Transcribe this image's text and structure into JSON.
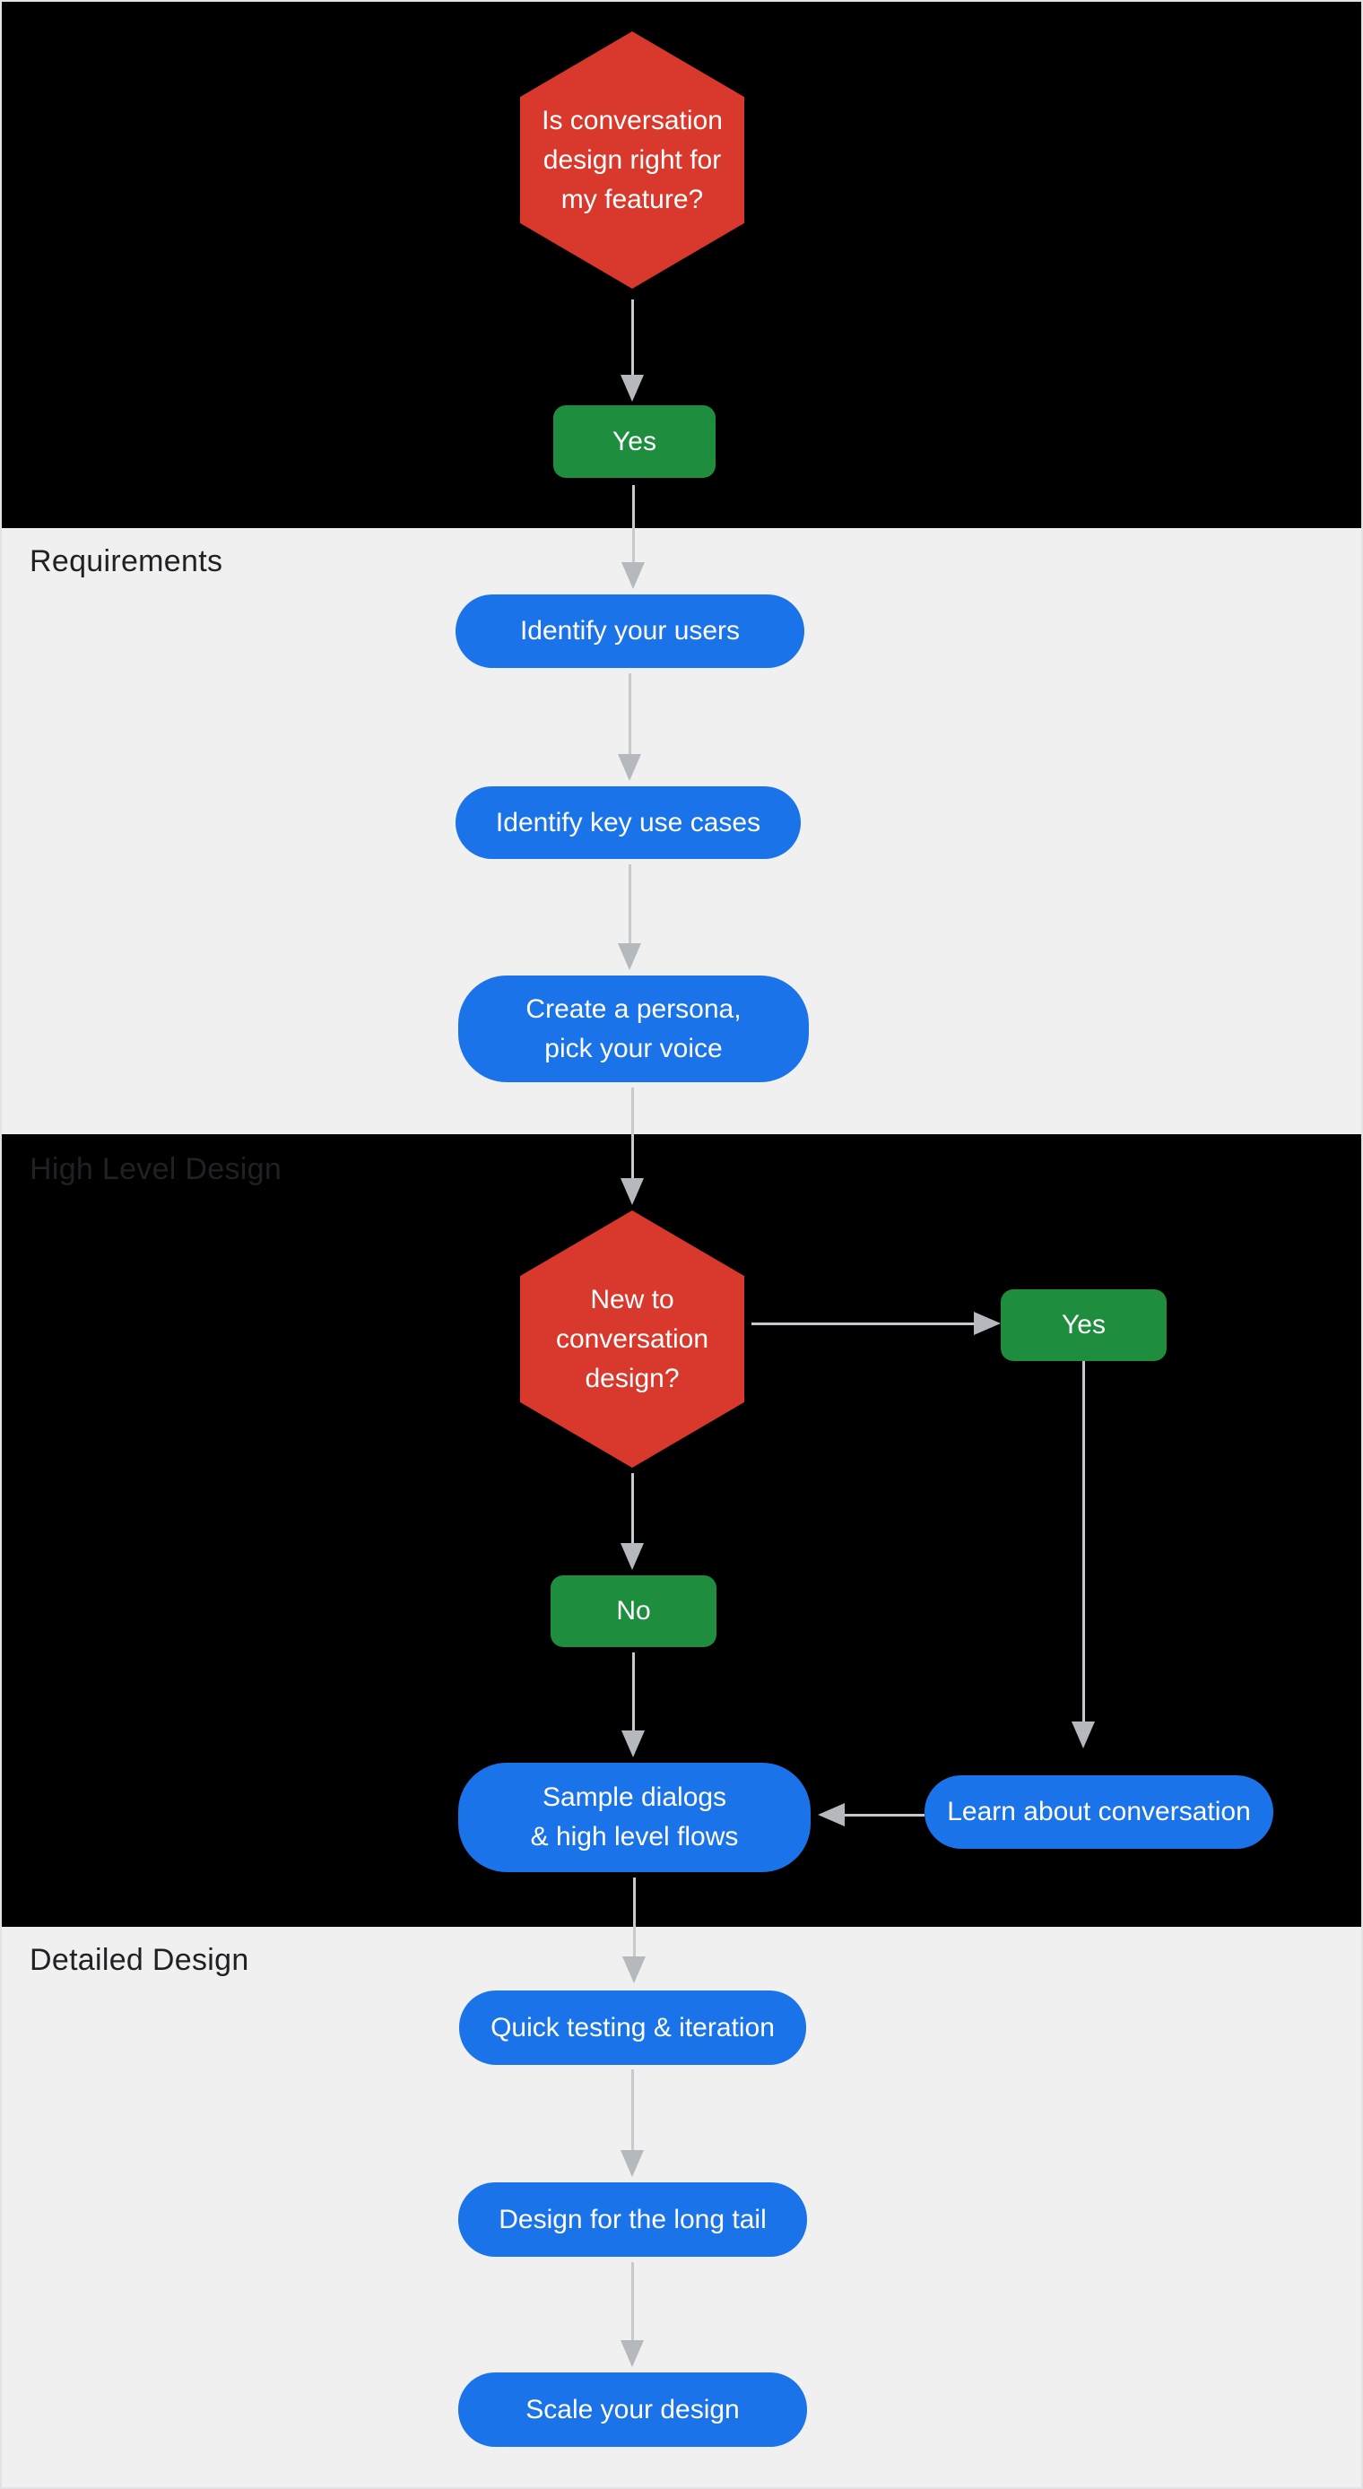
{
  "colors": {
    "section_dark_bg": "#000000",
    "section_light_bg": "#f0f0f0",
    "decision_red": "#d9392c",
    "confirm_green": "#1e8e3e",
    "step_blue": "#1a73e8",
    "arrow_gray": "#c6c9cd",
    "section_label_text": "#202124",
    "node_text": "#ffffff",
    "frame_border": "#e1e3e6"
  },
  "sections": {
    "requirements": {
      "label": "Requirements"
    },
    "high_level_design": {
      "label": "High Level Design"
    },
    "detailed_design": {
      "label": "Detailed Design"
    }
  },
  "nodes": {
    "decision_feature": {
      "line1": "Is conversation",
      "line2": "design right for",
      "line3": "my feature?"
    },
    "yes_feature": {
      "label": "Yes"
    },
    "identify_users": {
      "label": "Identify your users"
    },
    "identify_use_cases": {
      "label": "Identify key use cases"
    },
    "create_persona": {
      "line1": "Create a persona,",
      "line2": "pick your voice"
    },
    "decision_new": {
      "line1": "New to",
      "line2": "conversation",
      "line3": "design?"
    },
    "yes_new": {
      "label": "Yes"
    },
    "no_new": {
      "label": "No"
    },
    "sample_dialogs": {
      "line1": "Sample dialogs",
      "line2": "& high level flows"
    },
    "learn_conversation": {
      "label": "Learn about conversation"
    },
    "quick_testing": {
      "label": "Quick testing & iteration"
    },
    "long_tail": {
      "label": "Design for the long tail"
    },
    "scale_design": {
      "label": "Scale your design"
    }
  }
}
